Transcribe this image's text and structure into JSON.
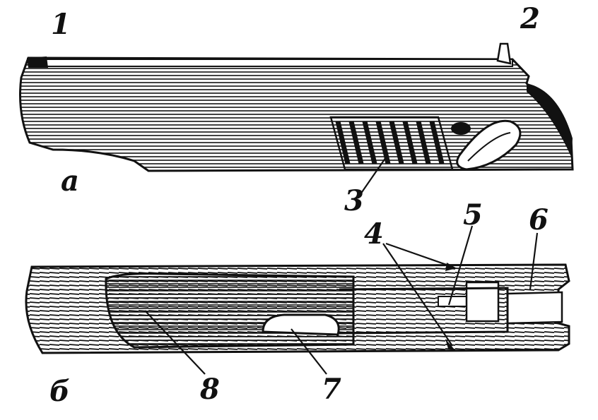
{
  "figure": {
    "views": [
      {
        "id": "a",
        "label": "а"
      },
      {
        "id": "b",
        "label": "б"
      }
    ],
    "callouts": [
      {
        "id": 1,
        "label": "1"
      },
      {
        "id": 2,
        "label": "2"
      },
      {
        "id": 3,
        "label": "3"
      },
      {
        "id": 4,
        "label": "4"
      },
      {
        "id": 5,
        "label": "5"
      },
      {
        "id": 6,
        "label": "6"
      },
      {
        "id": 7,
        "label": "7"
      },
      {
        "id": 8,
        "label": "8"
      }
    ],
    "colors": {
      "ink": "#111111",
      "paper": "#ffffff"
    }
  }
}
